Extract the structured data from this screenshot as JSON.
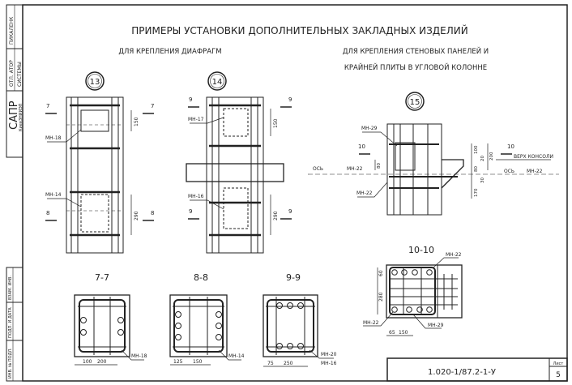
{
  "title": "ПРИМЕРЫ УСТАНОВКИ ДОПОЛНИТЕЛЬНЫХ ЗАКЛАДНЫХ ИЗДЕЛИЙ",
  "subtitle_left": "ДЛЯ КРЕПЛЕНИЯ ДИАФРАГМ",
  "subtitle_right_1": "ДЛЯ КРЕПЛЕНИЯ СТЕНОВЫХ ПАНЕЛЕЙ И",
  "subtitle_right_2": "КРАЙНЕЙ ПЛИТЫ В УГЛОВОЙ КОЛОННЕ",
  "stamp": {
    "org": "САПР",
    "org_sub": "КиевЗНИИЭП",
    "f1": "ОТЛ. АТОР",
    "f2": "СИСТЕМЫ",
    "f3": "ПИКАЛЕНК",
    "f4": "ВЗАМ. ИНВ.",
    "f5": "ПОДП. И ДАТА",
    "f6": "ИНВ. № ПОДЛ."
  },
  "node13": {
    "num": "13",
    "mh_top": "МН-18",
    "mh_bot": "МН-14",
    "dim1": "150",
    "dim2": "290",
    "cut_a": "7",
    "cut_b": "8"
  },
  "node14": {
    "num": "14",
    "mh_top": "МН-17",
    "mh_bot": "МН-16",
    "dim1": "150",
    "dim2": "290",
    "cut": "9"
  },
  "node15": {
    "num": "15",
    "mh_top": "МН-29",
    "axis": "ОСЬ",
    "mh_axis": "МН-22",
    "mh_bot": "МН-22",
    "d100": "100",
    "d20": "20",
    "d200": "200",
    "d80": "80",
    "d80b": "80",
    "d30": "30",
    "d170": "170",
    "cut": "10",
    "console_top": "ВЕРХ КОНСОЛИ",
    "axis_r": "ОСЬ",
    "mh_axis_r": "МН-22"
  },
  "sections": [
    {
      "label": "7-7",
      "d1": "100",
      "d2": "200",
      "mh": "МН-18"
    },
    {
      "label": "8-8",
      "d1": "125",
      "d2": "150",
      "mh": "МН-14"
    },
    {
      "label": "9-9",
      "d1": "75",
      "d2": "250",
      "mh": "МН-20",
      "mh2": "МН-16"
    }
  ],
  "section10": {
    "label": "10-10",
    "mh_top": "МН-22",
    "mh_left": "МН-22",
    "mh_bot": "МН-29",
    "d60": "60",
    "d280": "280",
    "d65": "65",
    "d150": "150"
  },
  "title_block": {
    "code": "1.020-1/87.2-1-У",
    "sheet_label": "Лист",
    "sheet": "5"
  }
}
